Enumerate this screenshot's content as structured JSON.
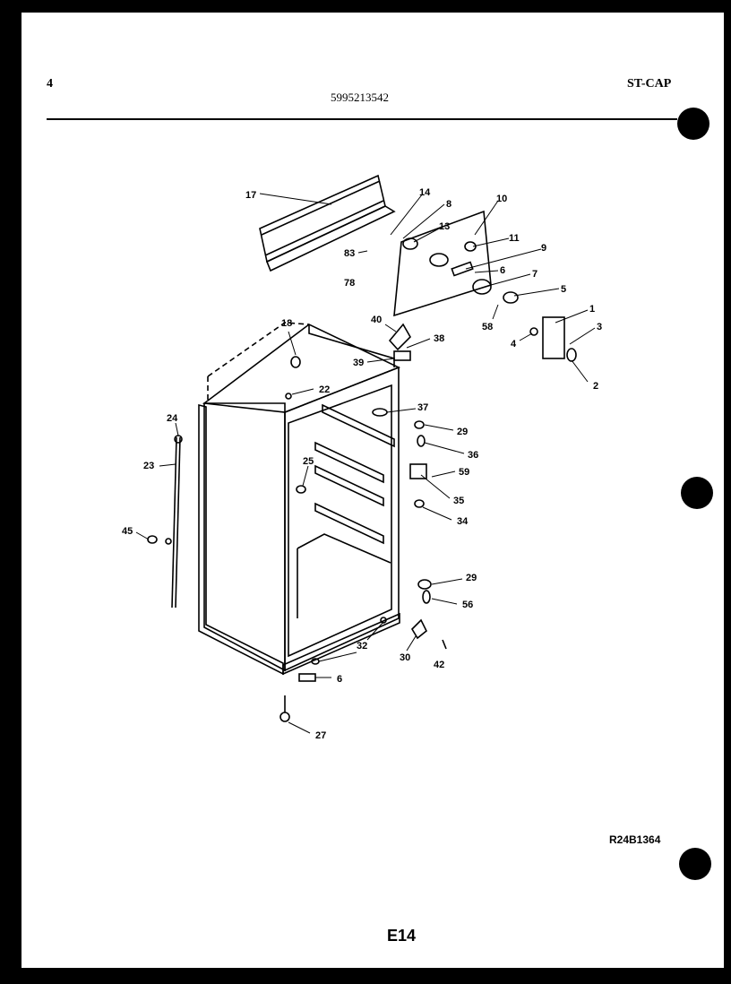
{
  "header": {
    "page_number": "4",
    "model_number": "5995213542",
    "code": "ST-CAP"
  },
  "footer": {
    "drawing_code": "R24B1364",
    "page_code": "E14"
  },
  "part_labels": [
    "17",
    "14",
    "8",
    "13",
    "10",
    "11",
    "9",
    "83",
    "78",
    "6",
    "7",
    "5",
    "58",
    "1",
    "3",
    "4",
    "2",
    "40",
    "38",
    "39",
    "18",
    "22",
    "37",
    "29",
    "36",
    "59",
    "35",
    "34",
    "24",
    "23",
    "25",
    "45",
    "29",
    "56",
    "32",
    "30",
    "42",
    "6",
    "27"
  ]
}
